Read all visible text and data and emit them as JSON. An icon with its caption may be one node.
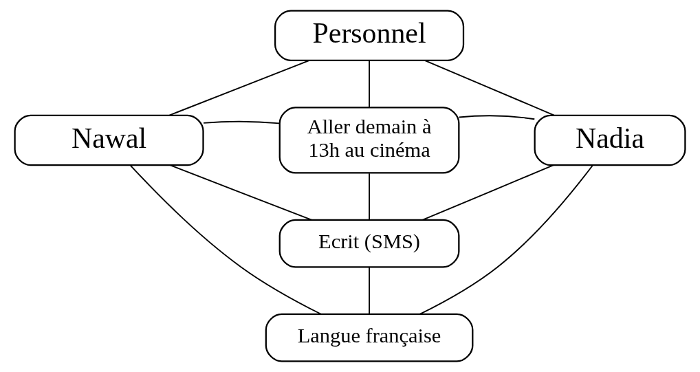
{
  "diagram": {
    "nodes": [
      {
        "text": [
          "Personnel"
        ]
      },
      {
        "text": [
          "Nawal"
        ]
      },
      {
        "text": [
          "Aller demain à 13h au cinéma"
        ]
      },
      {
        "text": [
          "Nadia"
        ]
      },
      {
        "text": [
          "Ecrit (SMS)"
        ]
      },
      {
        "text": [
          "Langue française"
        ]
      }
    ],
    "edges": [
      {
        "from": 1,
        "to": 0,
        "arrow": "none"
      },
      {
        "from": 0,
        "to": 3,
        "arrow": "none"
      },
      {
        "from": 0,
        "to": 2,
        "arrow": "none"
      },
      {
        "from": 1,
        "to": 2,
        "arrow": "none"
      },
      {
        "from": 2,
        "to": 3,
        "arrow": "none"
      },
      {
        "from": 2,
        "to": 4,
        "arrow": "none"
      },
      {
        "from": 1,
        "to": 4,
        "arrow": "none"
      },
      {
        "from": 4,
        "to": 3,
        "arrow": "none"
      },
      {
        "from": 4,
        "to": 5,
        "arrow": "none"
      },
      {
        "from": 1,
        "to": 5,
        "arrow": "none"
      },
      {
        "from": 5,
        "to": 3,
        "arrow": "none"
      }
    ]
  }
}
